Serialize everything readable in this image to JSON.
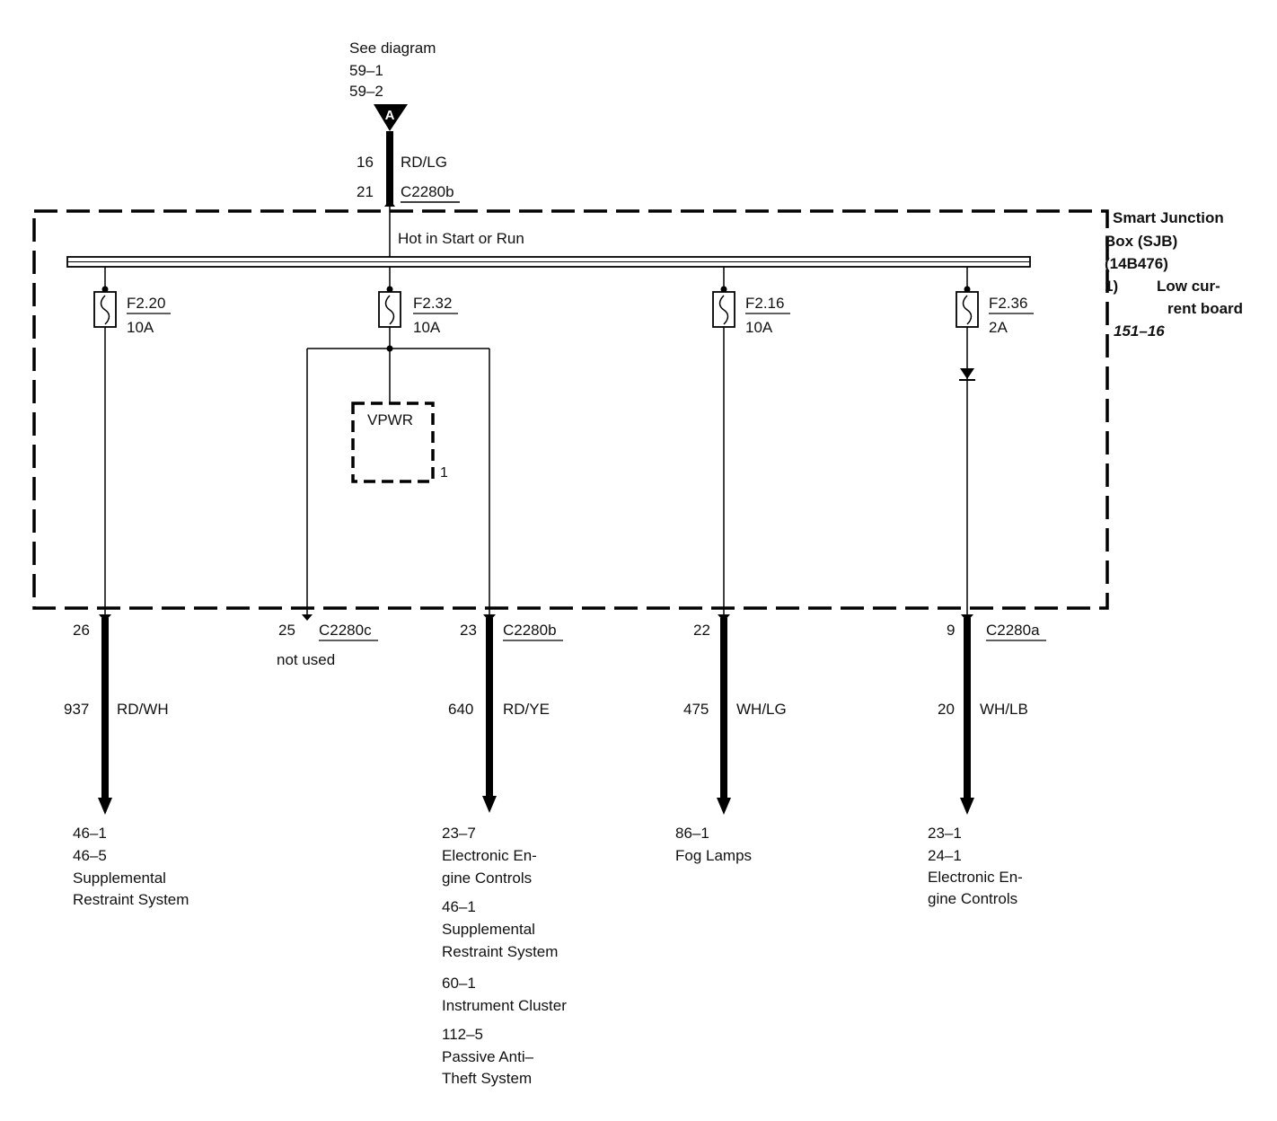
{
  "top_reference": {
    "heading": "See diagram",
    "pages": [
      "59–1",
      "59–2"
    ],
    "connector_letter": "A",
    "circuit": "16",
    "wire_color": "RD/LG",
    "pin": "21",
    "connector": "C2280b"
  },
  "junction_box": {
    "title_lines": [
      "Smart Junction",
      "Box (SJB)",
      "(14B476)"
    ],
    "note_number": "1)",
    "note_lines": [
      "Low cur-",
      "rent board"
    ],
    "page_ref": "151–16",
    "bus_label": "Hot in Start or Run",
    "module_label": "VPWR",
    "module_note": "1"
  },
  "fuses": [
    {
      "id": "F2.20",
      "rating": "10A"
    },
    {
      "id": "F2.32",
      "rating": "10A"
    },
    {
      "id": "F2.16",
      "rating": "10A"
    },
    {
      "id": "F2.36",
      "rating": "2A"
    }
  ],
  "outputs": [
    {
      "pin": "26",
      "connector": "",
      "circuit": "937",
      "wire_color": "RD/WH",
      "destinations": [
        [
          "46–1",
          "46–5",
          "Supplemental",
          "Restraint System"
        ]
      ]
    },
    {
      "pin": "25",
      "connector": "C2280c",
      "status": "not used"
    },
    {
      "pin": "23",
      "connector": "C2280b",
      "circuit": "640",
      "wire_color": "RD/YE",
      "destinations": [
        [
          "23–7",
          "Electronic En-",
          "gine Controls"
        ],
        [
          "46–1",
          "Supplemental",
          "Restraint System"
        ],
        [
          "60–1",
          "Instrument Cluster"
        ],
        [
          "112–5",
          "Passive Anti–",
          "Theft System"
        ]
      ]
    },
    {
      "pin": "22",
      "connector": "",
      "circuit": "475",
      "wire_color": "WH/LG",
      "destinations": [
        [
          "86–1",
          "Fog Lamps"
        ]
      ]
    },
    {
      "pin": "9",
      "connector": "C2280a",
      "circuit": "20",
      "wire_color": "WH/LB",
      "destinations": [
        [
          "23–1",
          "24–1",
          "Electronic En-",
          "gine Controls"
        ]
      ]
    }
  ]
}
